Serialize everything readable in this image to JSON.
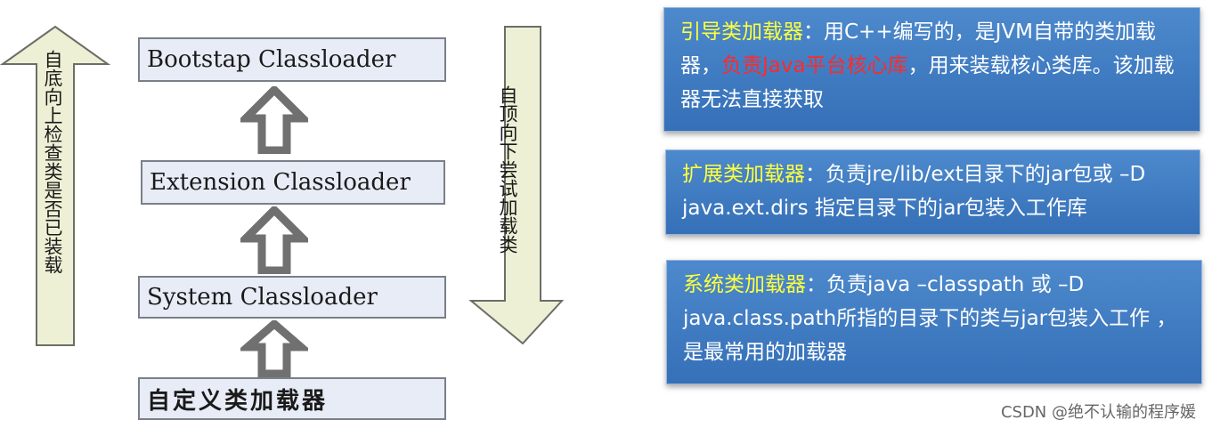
{
  "hierarchy": {
    "bootstrap": "Bootstap Classloader",
    "extension": "Extension Classloader",
    "system": "System Classloader",
    "custom": "自定义类加载器"
  },
  "arrows": {
    "bottom_up": "自底向上检查类是否已装载",
    "top_down": "自顶向下尝试加载类"
  },
  "descriptions": {
    "bootstrap": {
      "title": "引导类加载器",
      "text_1": "：用C++编写的，是JVM自带的类加载器，",
      "highlight": "负责Java平台核心库",
      "text_2": "，用来装载核心类库。该加载器无法直接获取"
    },
    "extension": {
      "title": "扩展类加载器",
      "text": "：负责jre/lib/ext目录下的jar包或 –D java.ext.dirs 指定目录下的jar包装入工作库"
    },
    "system": {
      "title": "系统类加载器",
      "text": "：负责java –classpath 或 –D java.class.path所指的目录下的类与jar包装入工作 ，是最常用的加载器"
    }
  },
  "watermark": "CSDN @绝不认输的程序媛",
  "colors": {
    "box_fill": "#e8ecf6",
    "info_blue": "#3f7cc2",
    "title_yellow": "#ffff3c",
    "highlight_red": "#ff2a2a",
    "arrow_fill": "#eef0d6"
  }
}
